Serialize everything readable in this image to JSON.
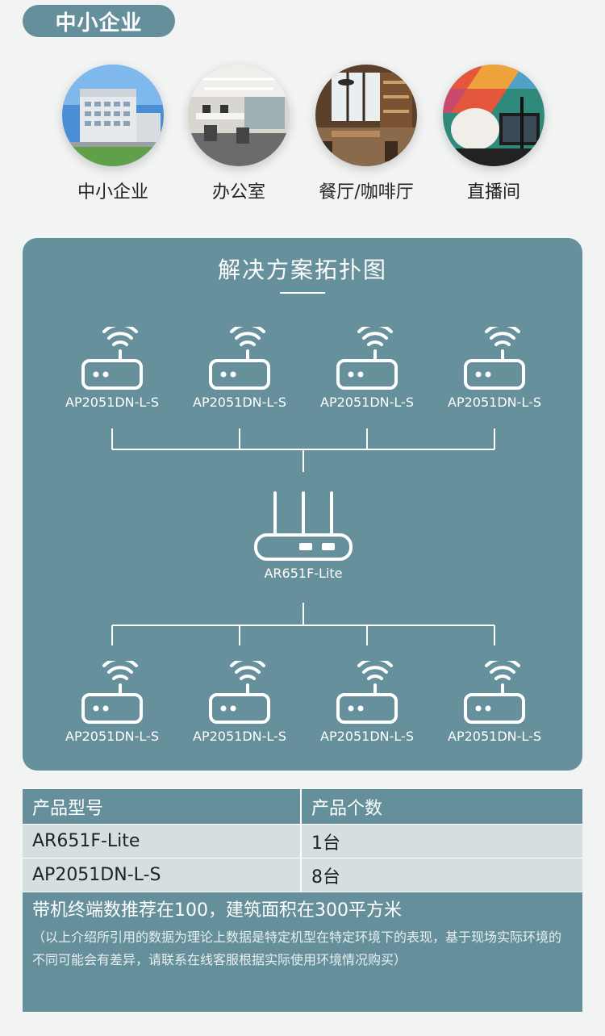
{
  "header": {
    "title": "中小企业"
  },
  "scenes": [
    {
      "label": "中小企业",
      "icon": "office-building-photo"
    },
    {
      "label": "办公室",
      "icon": "office-interior-photo"
    },
    {
      "label": "餐厅/咖啡厅",
      "icon": "cafe-photo"
    },
    {
      "label": "直播间",
      "icon": "live-stream-room-photo"
    }
  ],
  "topology": {
    "title": "解决方案拓扑图",
    "top_aps": [
      "AP2051DN-L-S",
      "AP2051DN-L-S",
      "AP2051DN-L-S",
      "AP2051DN-L-S"
    ],
    "router": "AR651F-Lite",
    "bottom_aps": [
      "AP2051DN-L-S",
      "AP2051DN-L-S",
      "AP2051DN-L-S",
      "AP2051DN-L-S"
    ]
  },
  "table": {
    "headers": [
      "产品型号",
      "产品个数"
    ],
    "rows": [
      [
        "AR651F-Lite",
        "1台"
      ],
      [
        "AP2051DN-L-S",
        "8台"
      ]
    ],
    "footer_main": "带机终端数推荐在100，建筑面积在300平方米",
    "footer_note": "（以上介绍所引用的数据为理论上数据是特定机型在特定环境下的表现，基于现场实际环境的不同可能会有差异，请联系在线客服根据实际使用环境情况购买）"
  },
  "colors": {
    "accent": "#65909b",
    "row_bg": "#d5dfdf",
    "page_bg": "#f2f3f3"
  }
}
